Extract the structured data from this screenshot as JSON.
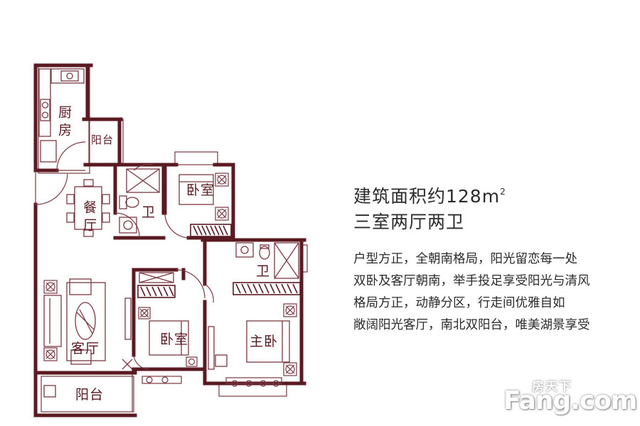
{
  "rooms": {
    "kitchen": "厨房",
    "north_balcony": "阳台",
    "dining": "餐厅",
    "bath_1": "卫",
    "bedroom_north": "卧室",
    "bath_2": "卫",
    "living": "客厅",
    "bedroom_south": "卧室",
    "master": "主卧",
    "south_balcony": "阳台"
  },
  "info": {
    "area_text": "建筑面积约128m",
    "area_superscript": "2",
    "layout_text": "三室两厅两卫",
    "features": [
      "户型方正，全朝南格局，阳光留恋每一处",
      "双卧及客厅朝南，举手投足享受阳光与清风",
      "格局方正，动静分区，行走间优雅自如",
      "敞阔阳光客厅，南北双阳台，唯美湖景享受"
    ]
  },
  "watermark": {
    "chinese": "房天下",
    "latin": "Fang.com"
  },
  "colors": {
    "wall": "#5a1a22",
    "fixture": "#7a3a42",
    "text": "#2b2b2b"
  },
  "icons": [
    "stove-icon",
    "sink-icon",
    "toilet-icon",
    "shower-icon",
    "bed-icon",
    "sofa-icon",
    "dining-table-icon",
    "wardrobe-icon",
    "lamp-icon",
    "door-swing-icon"
  ]
}
